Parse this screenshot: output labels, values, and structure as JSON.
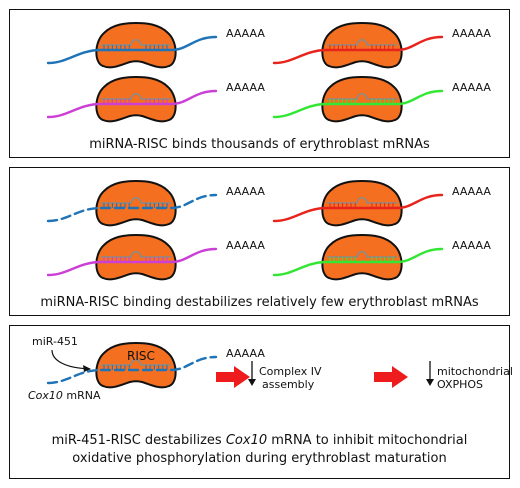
{
  "colors": {
    "risc_fill": "#f47020",
    "risc_stroke": "#111111",
    "blue": "#1f73b7",
    "red": "#e8231c",
    "magenta": "#cc3fd6",
    "green": "#33e633",
    "arrow_red": "#ee1c1c"
  },
  "poly_a": "AAAAA",
  "panel1": {
    "caption": "miRNA-RISC binds thousands of erythroblast mRNAs",
    "complexes": [
      {
        "color": "blue",
        "line": "solid"
      },
      {
        "color": "red",
        "line": "solid"
      },
      {
        "color": "magenta",
        "line": "solid"
      },
      {
        "color": "green",
        "line": "solid"
      }
    ]
  },
  "panel2": {
    "caption": "miRNA-RISC binding destabilizes relatively few erythroblast mRNAs",
    "complexes": [
      {
        "color": "blue",
        "line": "dashed"
      },
      {
        "color": "red",
        "line": "solid"
      },
      {
        "color": "magenta",
        "line": "solid"
      },
      {
        "color": "green",
        "line": "solid"
      }
    ]
  },
  "panel3": {
    "mirna_label": "miR-451",
    "risc_label": "RISC",
    "gene_name": "Cox10",
    "gene_suffix": " mRNA",
    "step1": [
      "Complex IV",
      "assembly"
    ],
    "step2": [
      "mitochondrial",
      "OXPHOS"
    ],
    "caption_line1_pre": "miR-451-RISC destabilizes ",
    "caption_line1_gene": "Cox10",
    "caption_line1_post": " mRNA to inhibit mitochondrial",
    "caption_line2": "oxidative phosphorylation during erythroblast maturation"
  }
}
